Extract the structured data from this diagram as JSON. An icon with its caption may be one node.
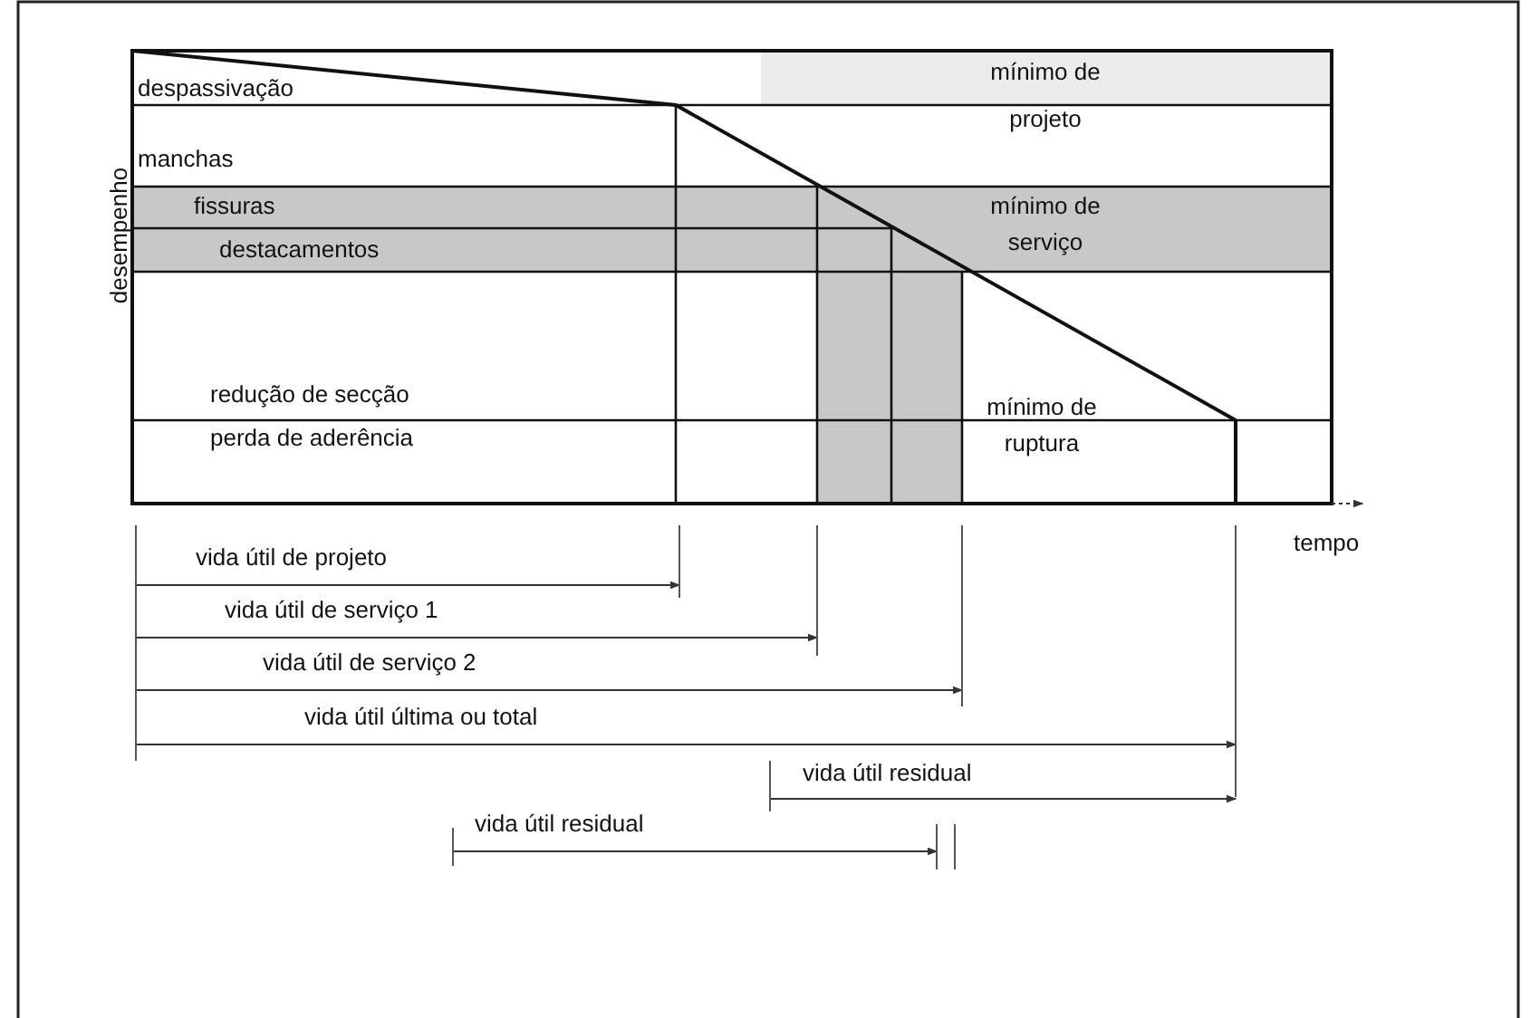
{
  "diagram": {
    "labels": [
      "despassivação",
      "mínimo de projeto",
      "manchas",
      "fissuras",
      "mínimo de serviço",
      "destacamentos",
      "desempenho",
      "redução de secção",
      "mínimo de ruptura",
      "perda de aderência",
      "tempo",
      "vida útil de projeto",
      "vida útil de serviço 1",
      "vida útil de serviço 2",
      "vida útil última ou total",
      "vida útil residual",
      "vida útil residual"
    ]
  }
}
